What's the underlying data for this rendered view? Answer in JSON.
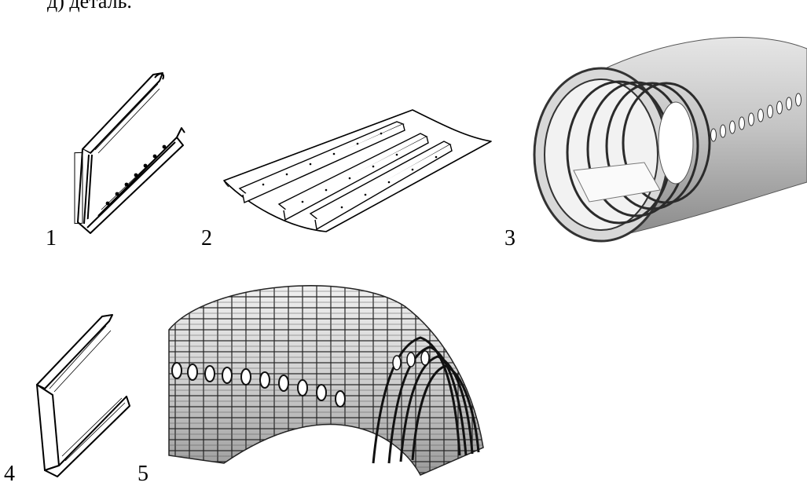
{
  "caption": "д) деталь.",
  "figures": [
    {
      "number": "1",
      "icon": "stringer-profile-icon"
    },
    {
      "number": "2",
      "icon": "stiffened-panel-icon"
    },
    {
      "number": "3",
      "icon": "fuselage-section-icon"
    },
    {
      "number": "4",
      "icon": "z-profile-icon"
    },
    {
      "number": "5",
      "icon": "fuselage-frame-assembly-icon"
    }
  ]
}
